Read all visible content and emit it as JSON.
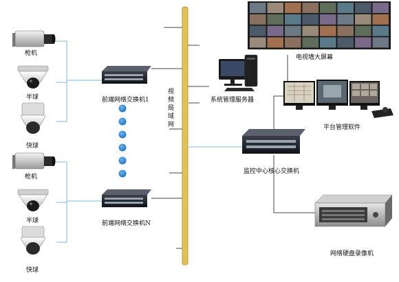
{
  "labels": {
    "bullet_camera_1": "枪机",
    "dome_camera_1": "半球",
    "speed_dome_1": "快球",
    "bullet_camera_2": "枪机",
    "dome_camera_2": "半球",
    "speed_dome_2": "快球",
    "front_switch_1": "前端网络交换机1",
    "front_switch_n": "前端网络交换机N",
    "lan_backbone": "视频局域网",
    "video_wall": "电视墙大屏幕",
    "management_server": "系统管理服务器",
    "platform_software": "平台管理软件",
    "core_switch": "监控中心核心交换机",
    "nvr": "网络硬盘录像机"
  },
  "colors": {
    "backbone": "#e2c256",
    "link": "#7fb8d8",
    "dots": "#1f7ac4"
  }
}
